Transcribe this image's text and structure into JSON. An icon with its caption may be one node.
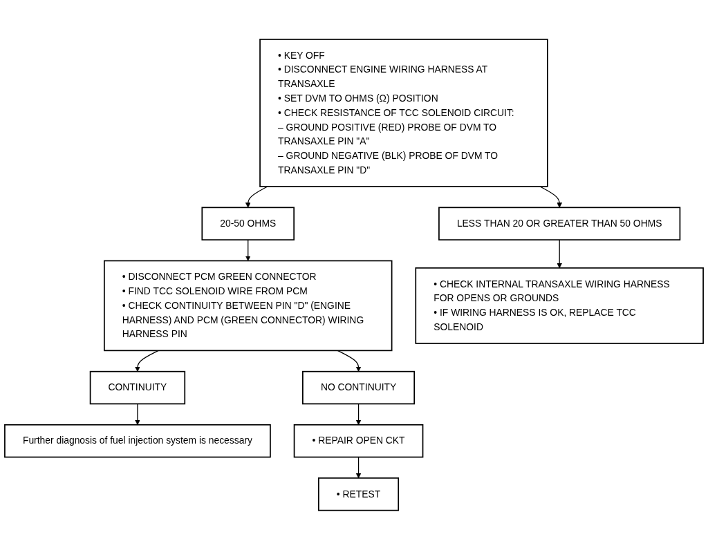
{
  "diagram": {
    "nodes": [
      {
        "text": [
          "• KEY OFF",
          "• DISCONNECT ENGINE WIRING HARNESS AT TRANSAXLE",
          "• SET DVM TO OHMS (Ω) POSITION",
          "• CHECK RESISTANCE OF TCC SOLENOID CIRCUIT:",
          "– GROUND POSITIVE (RED) PROBE OF DVM TO TRANSAXLE PIN \"A\"",
          "– GROUND NEGATIVE (BLK) PROBE OF DVM TO TRANSAXLE PIN \"D\""
        ]
      },
      {
        "text": [
          "20-50 OHMS"
        ]
      },
      {
        "text": [
          "LESS THAN 20 OR GREATER THAN 50 OHMS"
        ]
      },
      {
        "text": [
          "• DISCONNECT PCM GREEN CONNECTOR",
          "• FIND TCC SOLENOID WIRE FROM PCM",
          "• CHECK CONTINUITY BETWEEN PIN \"D\" (ENGINE HARNESS) AND PCM (GREEN CONNECTOR) WIRING HARNESS PIN"
        ]
      },
      {
        "text": [
          "• CHECK INTERNAL TRANSAXLE WIRING HARNESS FOR OPENS OR GROUNDS",
          "• IF WIRING HARNESS IS OK, REPLACE TCC SOLENOID"
        ]
      },
      {
        "text": [
          "CONTINUITY"
        ]
      },
      {
        "text": [
          "NO CONTINUITY"
        ]
      },
      {
        "text": [
          "Further diagnosis of fuel injection system is necessary"
        ]
      },
      {
        "text": [
          "• REPAIR OPEN CKT"
        ]
      },
      {
        "text": [
          "• RETEST"
        ]
      }
    ],
    "edges": [
      {
        "from": 0,
        "to": 1,
        "arrow": "to"
      },
      {
        "from": 0,
        "to": 2,
        "arrow": "to"
      },
      {
        "from": 1,
        "to": 3,
        "arrow": "to"
      },
      {
        "from": 2,
        "to": 4,
        "arrow": "to"
      },
      {
        "from": 3,
        "to": 5,
        "arrow": "to"
      },
      {
        "from": 3,
        "to": 6,
        "arrow": "to"
      },
      {
        "from": 5,
        "to": 7,
        "arrow": "to"
      },
      {
        "from": 6,
        "to": 8,
        "arrow": "to"
      },
      {
        "from": 8,
        "to": 9,
        "arrow": "to"
      }
    ]
  }
}
